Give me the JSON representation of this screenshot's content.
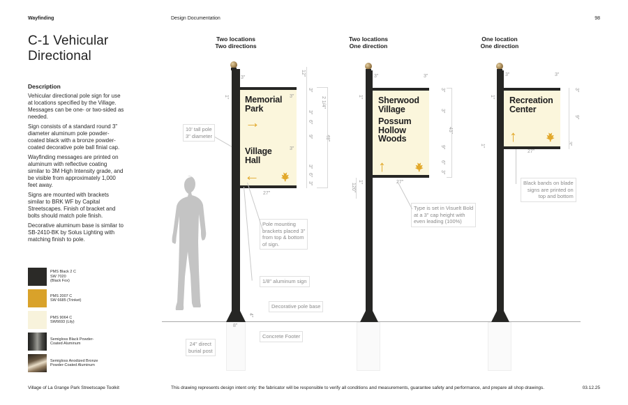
{
  "header": {
    "section": "Wayfinding",
    "doc_type": "Design Documentation",
    "page_number": "98"
  },
  "title": {
    "line1": "C-1 Vehicular",
    "line2": "Directional"
  },
  "description": {
    "heading": "Description",
    "paragraphs": [
      "Vehicular directional pole sign for use at locations specified by the Village. Messages can be one- or two-sided as needed.",
      "Sign consists of a standard round 3\" diameter aluminum pole powder-coated black with a bronze powder-coated decorative pole ball finial cap.",
      "Wayfinding messages are printed on aluminum with reflective coating similar to 3M High Intensity grade, and be visible from approximately 1,000 feet away.",
      "Signs are mounted with brackets similar to BRK WF by Capital Streetscapes. Finish of bracket and bolts should match pole finish.",
      "Decorative aluminum base is similar to SB-2410-BK by Solus Lighting with matching finish to pole."
    ]
  },
  "swatches": [
    {
      "label": "PMS Black 2 C\nSW 7020\n(Black Fox)",
      "color": "#2b2a27",
      "style": "solid"
    },
    {
      "label": "PMS 2007 C\nSW 6685 (Trinket)",
      "color": "#d9a22a",
      "style": "solid"
    },
    {
      "label": "PMS 9064 C\nSW6693 (Lily)",
      "color": "#f8f3dc",
      "style": "solid"
    },
    {
      "label": "Semigloss Black Powder-\nCoated Aluminum",
      "color": "#3a3a36",
      "style": "metallic-black"
    },
    {
      "label": "Semigloss Anodized Bronze\nPowder-Coated Aluminum",
      "color": "#6b5a44",
      "style": "metallic-bronze"
    }
  ],
  "signs": [
    {
      "title_line1": "Two locations",
      "title_line2": "Two directions",
      "messages": [
        {
          "text_line1": "Memorial",
          "text_line2": "Park",
          "arrow": "→"
        },
        {
          "text_line1": "Village",
          "text_line2": "Hall",
          "arrow": "←"
        }
      ],
      "leaf_icon": "maple-leaf-icon",
      "width_dim": "27\"",
      "height_dim": "48\"",
      "dims": [
        "12\"",
        "3\"",
        "3\"",
        "3\"",
        "2 1/4\"",
        "3\"",
        "6\"",
        "9\"",
        "3\"",
        "3\"",
        "6\"",
        "3\"",
        "1\""
      ]
    },
    {
      "title_line1": "Two locations",
      "title_line2": "One direction",
      "messages": [
        {
          "text_line1": "Sherwood",
          "text_line2": "Village"
        },
        {
          "text_line1": "Possum",
          "text_line2": "Hollow",
          "text_line3": "Woods",
          "arrow": "↑"
        }
      ],
      "leaf_icon": "maple-leaf-icon",
      "width_dim": "27\"",
      "height_dim": "43\"",
      "pole_height_dim": "120\"",
      "dims": [
        "3\"",
        "3\"",
        "3\"",
        "3\"",
        "9\"",
        "6\"",
        "3\"",
        "1\"",
        "1\""
      ]
    },
    {
      "title_line1": "One location",
      "title_line2": "One direction",
      "messages": [
        {
          "text_line1": "Recreation",
          "text_line2": "Center",
          "arrow": "↑"
        }
      ],
      "leaf_icon": "maple-leaf-icon",
      "width_dim": "27\"",
      "dims": [
        "3\"",
        "3\"",
        "3\"",
        "9\"",
        "3\"",
        "1\"",
        "1\""
      ]
    }
  ],
  "callouts": {
    "pole": "10' tall pole\n3\" diameter",
    "brackets": "Pole mounting\nbrackets placed 3\"\nfrom top & bottom\nof sign.",
    "aluminum": "1/8\" aluminum sign",
    "base": "Decorative pole base",
    "footer": "Concrete Footer",
    "burial": "24\" direct\nburial post",
    "type": "Type is set in Visuelt Bold\nat a 3\" cap height with\neven leading (100%)",
    "bands": "Black bands on blade\nsigns are printed on\ntop and bottom",
    "base_width": "8\"",
    "base_height": "4\""
  },
  "footer": {
    "left": "Village of La Grange Park Streetscape Toolkit",
    "disclaimer": "This drawing represents design intent only: the fabricator will be responsible to verify all conditions and measurements, guarantee safety and performance, and prepare all shop drawings.",
    "date": "03.12.25"
  }
}
